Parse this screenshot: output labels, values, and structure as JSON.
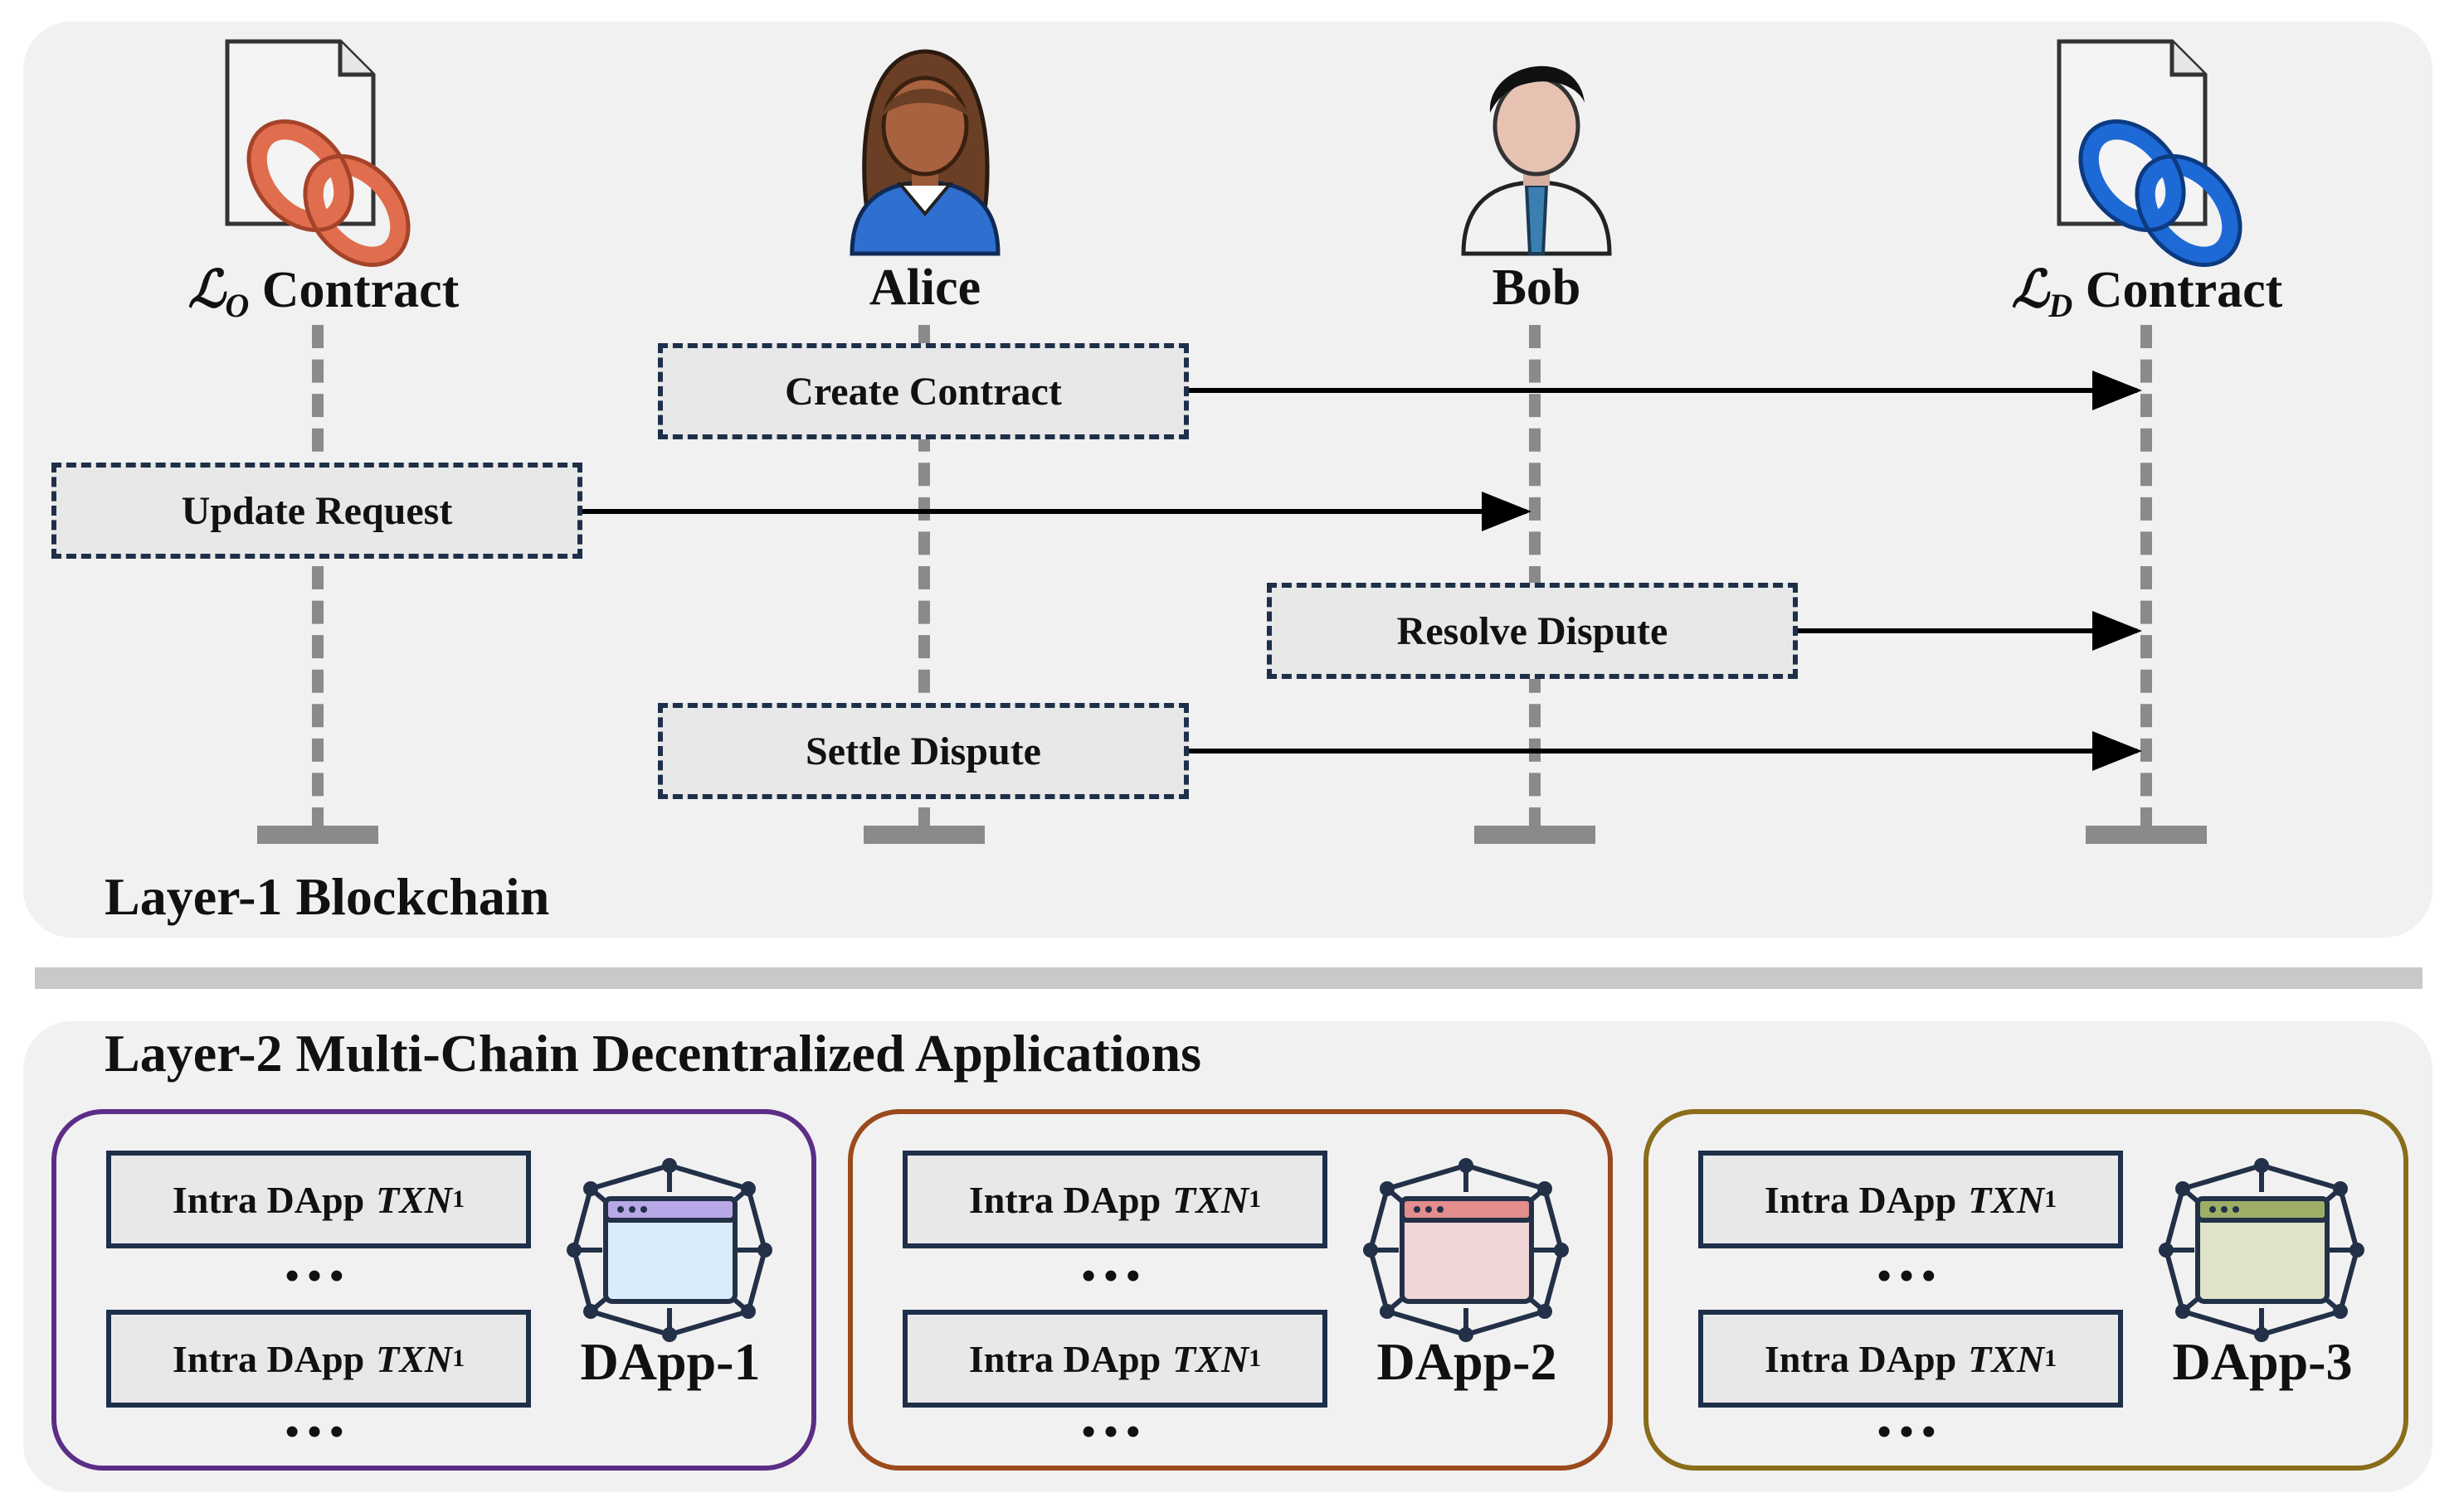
{
  "layer1": {
    "title": "Layer-1 Blockchain",
    "actors": [
      {
        "script": "ℒ",
        "subscript": "O",
        "name": "Contract"
      },
      {
        "name": "Alice"
      },
      {
        "name": "Bob"
      },
      {
        "script": "ℒ",
        "subscript": "D",
        "name": "Contract"
      }
    ],
    "messages": [
      {
        "label": "Create Contract",
        "from": "Alice",
        "to": "ℒD Contract"
      },
      {
        "label": "Update Request",
        "from": "ℒO Contract",
        "to": "Bob"
      },
      {
        "label": "Resolve Dispute",
        "from": "Bob",
        "to": "ℒD Contract"
      },
      {
        "label": "Settle Dispute",
        "from": "Alice",
        "to": "ℒD Contract"
      }
    ]
  },
  "layer2": {
    "title": "Layer-2 Multi-Chain Decentralized Applications",
    "dapps": [
      {
        "name": "DApp-1",
        "color": "#5b2d86",
        "window_color": "#b9a8e8",
        "window_body": "#d9ecfb",
        "txn_prefix": "Intra DApp",
        "txn_var": "TXN",
        "txn_sub": "1",
        "dots": "•••"
      },
      {
        "name": "DApp-2",
        "color": "#9a4a1c",
        "window_color": "#e38d8d",
        "window_body": "#f0d6d6",
        "txn_prefix": "Intra DApp",
        "txn_var": "TXN",
        "txn_sub": "1",
        "dots": "•••"
      },
      {
        "name": "DApp-3",
        "color": "#8a6d1a",
        "window_color": "#9fae67",
        "window_body": "#dfe3c7",
        "txn_prefix": "Intra DApp",
        "txn_var": "TXN",
        "txn_sub": "1",
        "dots": "•••"
      }
    ]
  },
  "colors": {
    "panel": "#f1f1f1",
    "lifeline": "#8a8a8a",
    "box_border": "#1e2f4a",
    "orange_chain": "#e06d4d",
    "blue_chain": "#1d69d6"
  },
  "icons": [
    "contract-orange-chain-icon",
    "alice-avatar-icon",
    "bob-avatar-icon",
    "contract-blue-chain-icon",
    "dapp-window-icon"
  ]
}
